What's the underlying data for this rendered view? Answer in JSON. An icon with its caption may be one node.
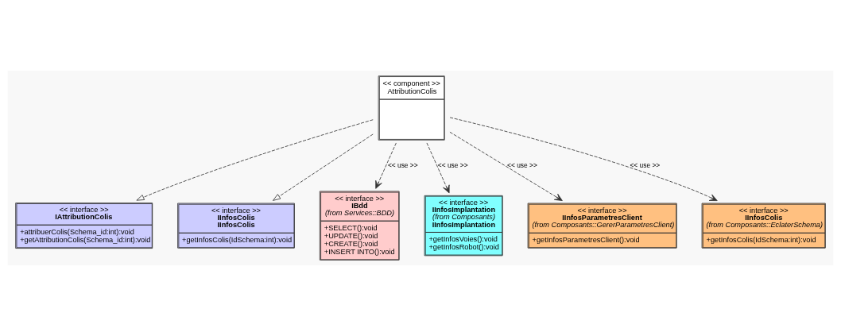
{
  "diagram": {
    "nodes": [
      {
        "text": [
          "<< component >>",
          "AttributionColis"
        ]
      },
      {
        "text": [
          "<< interface >>",
          "IAttributionColis",
          "+attribuerColis(Schema_id:int):void",
          "+getAttributionColis(Schema_id:int):void"
        ]
      },
      {
        "text": [
          "<< interface >>",
          "IInfosColis",
          "IInfosColis",
          "+getInfosColis(IdSchema:int):void"
        ]
      },
      {
        "text": [
          "<< interface >>",
          "IBdd",
          "(from Services::BDD)",
          "+SELECT():void",
          "+UPDATE():void",
          "+CREATE():void",
          "+INSERT INTO():void"
        ]
      },
      {
        "text": [
          "<< interface >>",
          "IInfosImplantation",
          "(from Composants)",
          "IInfosImplantation",
          "+getInfosVoies():void",
          "+getInfosRobot():void"
        ]
      },
      {
        "text": [
          "<< interface >>",
          "IInfosParametresClient",
          "(from Composants::GererParametresClient)",
          "+getInfosParametresClient():void"
        ]
      },
      {
        "text": [
          "<< interface >>",
          "IInfosColis",
          "(from Composants::EclaterSchema)",
          "+getInfosColis(IdSchema:int):void"
        ]
      }
    ],
    "edges": [
      {
        "from": 0,
        "to": 1,
        "arrow": "to",
        "style": "dashed"
      },
      {
        "from": 0,
        "to": 2,
        "arrow": "to",
        "style": "dashed"
      },
      {
        "from": 0,
        "to": 5,
        "arrow": "to",
        "style": "dashed",
        "label": "<< use >>"
      },
      {
        "from": 0,
        "to": 6,
        "arrow": "to",
        "style": "dashed",
        "label": "<< use >>"
      },
      {
        "from": 0,
        "to": 3,
        "arrow": "to",
        "style": "dashed",
        "label": "<< use >>"
      },
      {
        "from": 0,
        "to": 4,
        "arrow": "to",
        "style": "dashed",
        "label": "<< use >>"
      }
    ]
  }
}
